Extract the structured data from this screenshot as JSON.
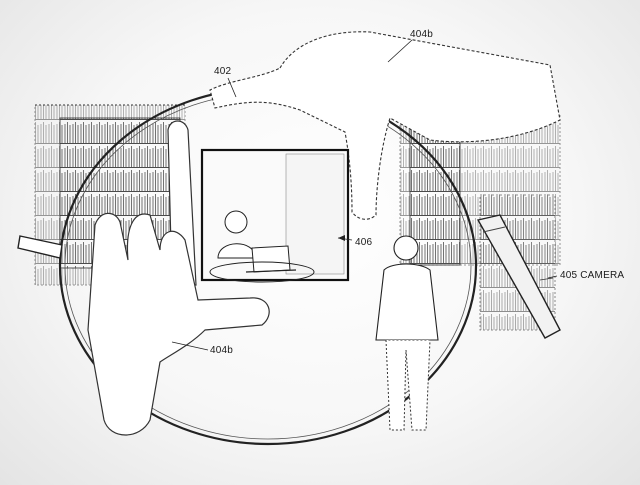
{
  "labels": {
    "hand_top": "404b",
    "glasses": "402",
    "frame": "406",
    "camera": "405 CAMERA",
    "hand_bottom": "404b"
  },
  "icons": [
    "glasses-lens",
    "hand",
    "camera",
    "bookshelf",
    "person",
    "laptop"
  ]
}
